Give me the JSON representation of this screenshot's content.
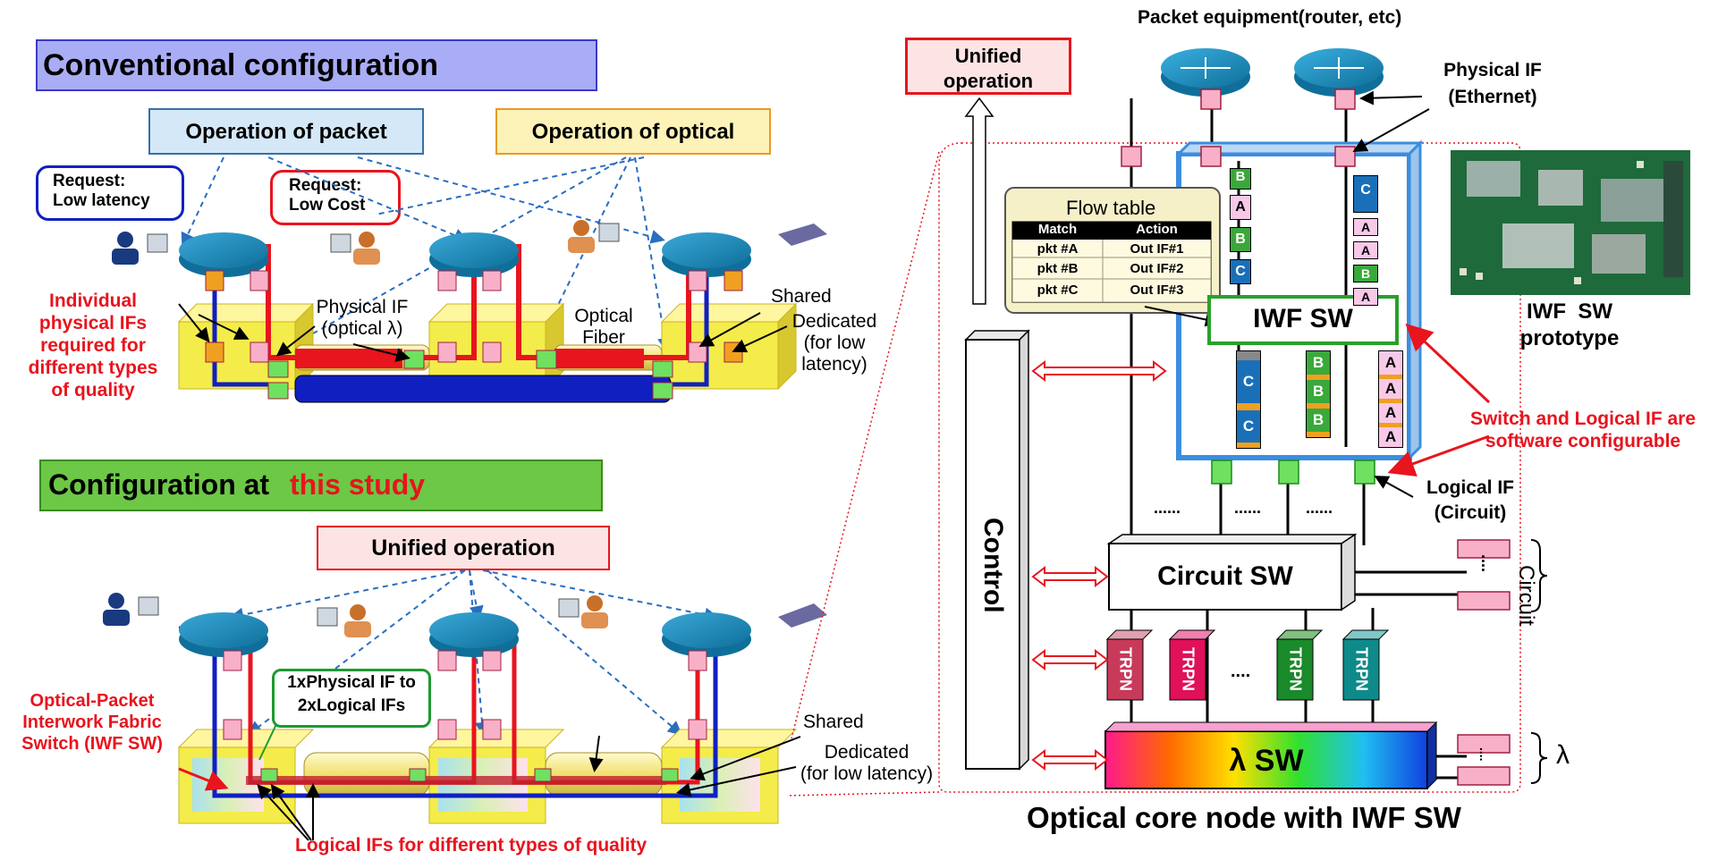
{
  "left": {
    "conventional_title": "Conventional configuration",
    "op_packet": "Operation of packet",
    "op_optical": "Operation of optical",
    "request1_line1": "Request:",
    "request1_line2": "Low latency",
    "request2_line1": "Request:",
    "request2_line2": "Low Cost",
    "individual_note": [
      "Individual",
      "physical IFs",
      "required for",
      "different types",
      "of quality"
    ],
    "physical_if_optical": [
      "Physical IF",
      "(optical λ)"
    ],
    "optical_fiber": [
      "Optical",
      "Fiber"
    ],
    "shared": "Shared",
    "dedicated_low_latency": [
      "Dedicated",
      "(for low",
      "latency)"
    ],
    "study_title_prefix": "Configuration at",
    "study_title_highlight": "this study",
    "unified_operation": "Unified operation",
    "phys_to_logical": [
      "1xPhysical IF to",
      "2xLogical IFs"
    ],
    "iwf_note": [
      "Optical-Packet",
      "Interwork Fabric",
      "Switch (IWF SW)"
    ],
    "shared2": "Shared",
    "dedicated2": [
      "Dedicated",
      "(for low latency)"
    ],
    "logical_ifs_note": "Logical IFs for different types of quality"
  },
  "right": {
    "packet_equipment": "Packet equipment(router, etc)",
    "unified_operation": [
      "Unified",
      "operation"
    ],
    "physical_if_eth": [
      "Physical IF",
      "(Ethernet)"
    ],
    "flow_table": {
      "title": "Flow table",
      "headers": [
        "Match",
        "Action"
      ],
      "rows": [
        [
          "pkt #A",
          "Out IF#1"
        ],
        [
          "pkt #B",
          "Out IF#2"
        ],
        [
          "pkt #C",
          "Out IF#3"
        ]
      ]
    },
    "iwf_sw": "IWF SW",
    "prototype_caption": [
      "IWF  SW",
      "prototype"
    ],
    "switch_note": [
      "Switch and Logical IF are",
      "software configurable"
    ],
    "logical_if_circuit": [
      "Logical IF",
      "(Circuit)"
    ],
    "dots": "......",
    "control": "Control",
    "circuit_sw": "Circuit SW",
    "circuit_label": "Circuit",
    "trpn": "TRPN",
    "trpn_dots": "....",
    "lambda_sw": "λ SW",
    "lambda_label": "λ",
    "node_caption": "Optical core node with IWF SW",
    "packet_letters": {
      "col1_top": [
        "B",
        "A",
        "B",
        "C"
      ],
      "col2_top": [
        "C",
        "A",
        "A",
        "B",
        "A"
      ],
      "col_c": [
        "C",
        "C"
      ],
      "col_b": [
        "B",
        "B",
        "B"
      ],
      "col_a": [
        "A",
        "A",
        "A",
        "A"
      ]
    }
  },
  "colors": {
    "red": "#e8141e",
    "blue": "#1020c0",
    "yellow_box": "#f4ec4a",
    "green_banner": "#6cc846",
    "purple_banner": "#9aa0f0",
    "iwf_blue": "#3a8ee0"
  }
}
